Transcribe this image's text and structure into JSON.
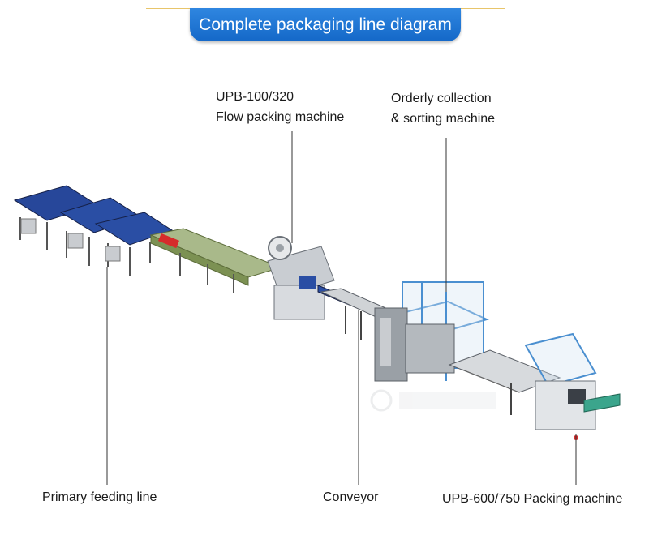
{
  "banner": {
    "title": "Complete packaging line diagram"
  },
  "labels": {
    "flow_packer": [
      "UPB-100/320",
      "Flow packing machine"
    ],
    "collector": [
      "Orderly collection",
      "& sorting machine"
    ],
    "feeding_line": "Primary feeding line",
    "conveyor": "Conveyor",
    "packing_machine": "UPB-600/750 Packing machine"
  },
  "colors": {
    "banner": "#1f77d6",
    "conveyor_blue": "#27479a",
    "frame_grey": "#9aa0a6",
    "frame_blue": "#4a8fd0",
    "olive": "#7c9153",
    "accent_red": "#d62b2b"
  }
}
